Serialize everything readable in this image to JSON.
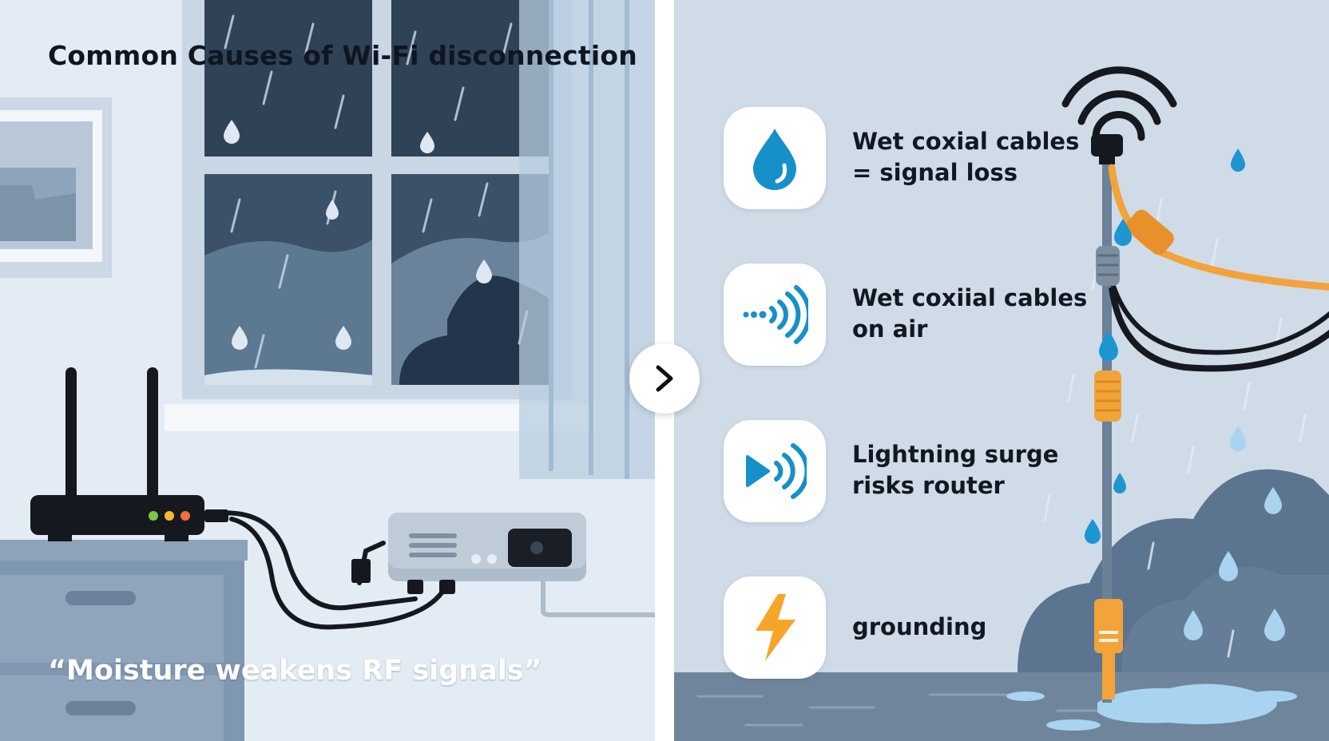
{
  "title": "Common Causes of Wi-Fi disconnection",
  "quote": "“Moisture weakens RF signals”",
  "causes": [
    {
      "line1": "Wet coxial cables",
      "line2": "= signal loss",
      "icon": "water-drop-icon"
    },
    {
      "line1": "Wet coxiial cables",
      "line2": "on air",
      "icon": "signal-waves-icon"
    },
    {
      "line1": "Lightning surge",
      "line2": "risks router",
      "icon": "broadcast-signal-icon"
    },
    {
      "line1": "grounding",
      "line2": "",
      "icon": "lightning-bolt-icon"
    }
  ],
  "next_icon": "chevron-right-icon",
  "colors": {
    "accent_blue": "#1690c9",
    "bolt_orange": "#f6a52a",
    "cable_orange": "#f2a33a",
    "router_black": "#15191f",
    "led_green": "#7ac943",
    "led_yellow": "#f5b82e",
    "led_orange": "#f2703a"
  }
}
